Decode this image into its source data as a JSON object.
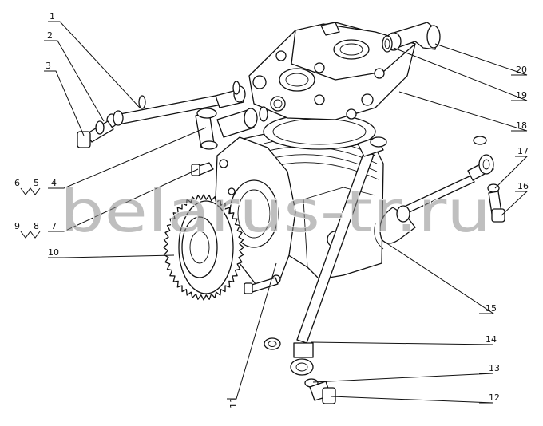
{
  "watermark": "belarus-tr.ru",
  "callouts": [
    "1",
    "2",
    "3",
    "4",
    "5",
    "6",
    "7",
    "8",
    "9",
    "10",
    "11",
    "12",
    "13",
    "14",
    "15",
    "16",
    "17",
    "18",
    "19",
    "20"
  ],
  "colors": {
    "ink": "#111111",
    "paper": "#ffffff",
    "watermark": "#8a8a8a"
  }
}
